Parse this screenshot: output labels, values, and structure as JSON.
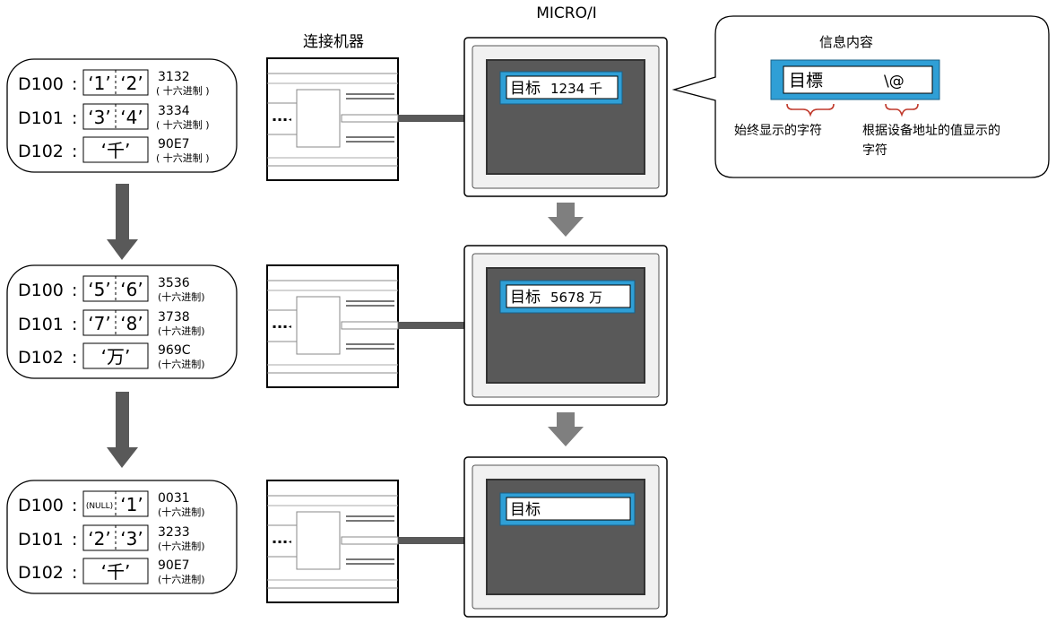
{
  "headers": {
    "device": "连接机器",
    "micro": "MICRO/I"
  },
  "states": [
    {
      "rows": [
        {
          "reg": "D100",
          "sep": ":",
          "chars": [
            "‘1’",
            "‘2’"
          ],
          "hex": "3132",
          "unit": "( 十六进制 )"
        },
        {
          "reg": "D101",
          "sep": ":",
          "chars": [
            "‘3’",
            "‘4’"
          ],
          "hex": "3334",
          "unit": "( 十六进制 )"
        },
        {
          "reg": "D102",
          "sep": ":",
          "chars": [
            "‘千’"
          ],
          "hex": "90E7",
          "unit": "( 十六进制 )"
        }
      ],
      "display": {
        "prefix": "目标",
        "value": "1234 千"
      }
    },
    {
      "rows": [
        {
          "reg": "D100",
          "sep": ":",
          "chars": [
            "‘5’",
            "‘6’"
          ],
          "hex": "3536",
          "unit": "(十六进制)"
        },
        {
          "reg": "D101",
          "sep": ":",
          "chars": [
            "‘7’",
            "‘8’"
          ],
          "hex": "3738",
          "unit": "(十六进制)"
        },
        {
          "reg": "D102",
          "sep": ":",
          "chars": [
            "‘万’"
          ],
          "hex": "969C",
          "unit": "(十六进制)"
        }
      ],
      "display": {
        "prefix": "目标",
        "value": "5678 万"
      }
    },
    {
      "rows": [
        {
          "reg": "D100",
          "sep": ":",
          "chars": [
            "(NULL)",
            "‘1’"
          ],
          "hex": "0031",
          "unit": "(十六进制)"
        },
        {
          "reg": "D101",
          "sep": ":",
          "chars": [
            "‘2’",
            "‘3’"
          ],
          "hex": "3233",
          "unit": "(十六进制)"
        },
        {
          "reg": "D102",
          "sep": ":",
          "chars": [
            "‘千’"
          ],
          "hex": "90E7",
          "unit": "(十六进制)"
        }
      ],
      "display": {
        "prefix": "目标",
        "value": ""
      }
    }
  ],
  "callout": {
    "title": "信息内容",
    "box_left": "目標",
    "box_right": "\\@",
    "note_fixed": "始终显示的字符",
    "note_device_1": "根据设备地址的值显示的",
    "note_device_2": "字符"
  },
  "colors": {
    "screen_frame": "#f1f1f1",
    "screen_bg": "#595959",
    "display_blue": "#2f9fd6",
    "arrow_dark": "#595959",
    "arrow_light": "#7f7f7f",
    "brace": "#c0392b"
  }
}
